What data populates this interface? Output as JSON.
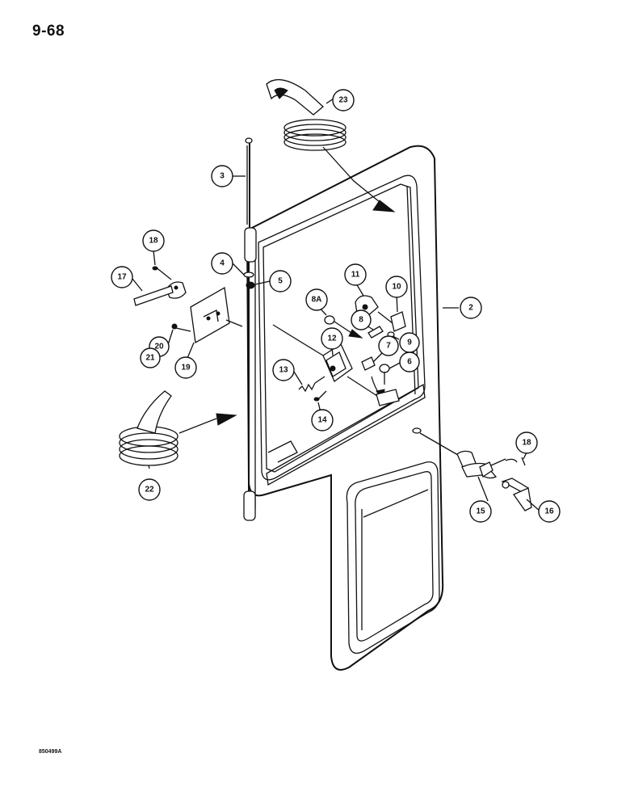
{
  "page": {
    "page_number": "9-68",
    "figure_code": "850499A"
  },
  "callouts": [
    {
      "id": "c2",
      "label": "2"
    },
    {
      "id": "c3",
      "label": "3"
    },
    {
      "id": "c4",
      "label": "4"
    },
    {
      "id": "c5",
      "label": "5"
    },
    {
      "id": "c6",
      "label": "6"
    },
    {
      "id": "c7",
      "label": "7"
    },
    {
      "id": "c8",
      "label": "8"
    },
    {
      "id": "c8a",
      "label": "8A"
    },
    {
      "id": "c9",
      "label": "9"
    },
    {
      "id": "c10",
      "label": "10"
    },
    {
      "id": "c11",
      "label": "11"
    },
    {
      "id": "c12",
      "label": "12"
    },
    {
      "id": "c13",
      "label": "13"
    },
    {
      "id": "c14",
      "label": "14"
    },
    {
      "id": "c15",
      "label": "15"
    },
    {
      "id": "c16",
      "label": "16"
    },
    {
      "id": "c17",
      "label": "17"
    },
    {
      "id": "c18a",
      "label": "18"
    },
    {
      "id": "c18b",
      "label": "18"
    },
    {
      "id": "c19",
      "label": "19"
    },
    {
      "id": "c20",
      "label": "20"
    },
    {
      "id": "c21",
      "label": "21"
    },
    {
      "id": "c22",
      "label": "22"
    },
    {
      "id": "c23",
      "label": "23"
    }
  ]
}
